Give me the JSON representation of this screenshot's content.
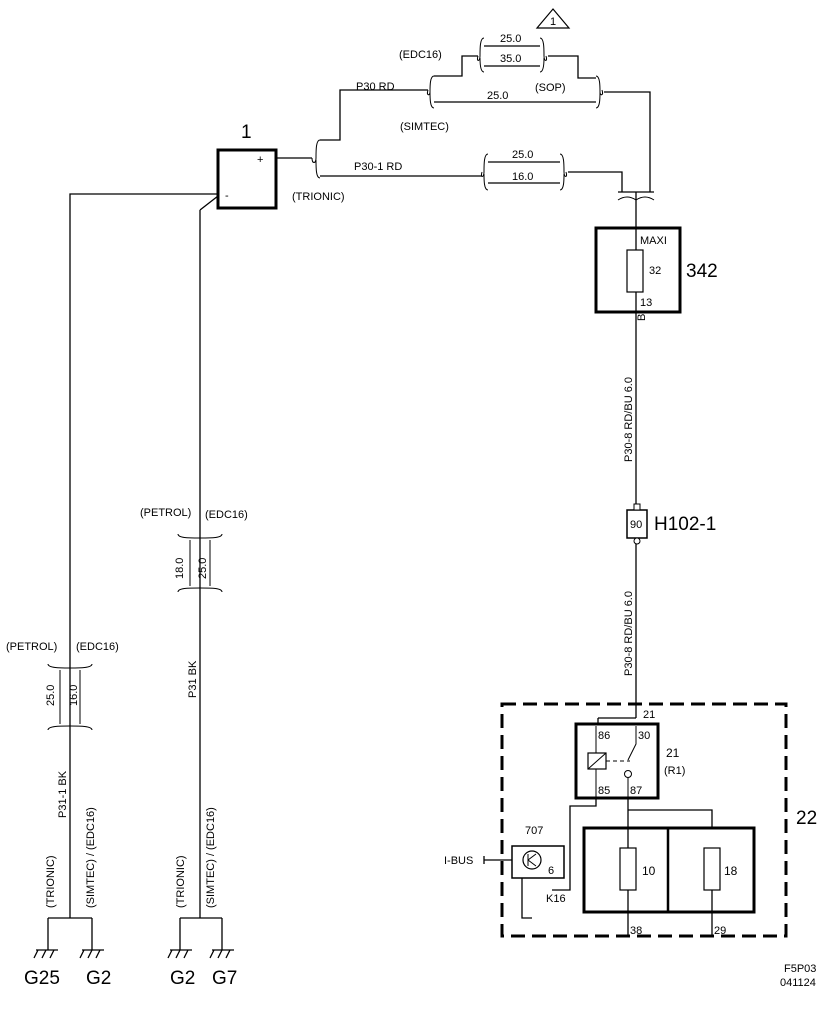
{
  "battery": {
    "ref": "1",
    "plus": "+",
    "minus": "-"
  },
  "wires": {
    "p30": "P30 RD",
    "p30_1": "P30-1 RD",
    "p30_8_top": "P30-8 RD/BU 6.0",
    "p30_8_bot": "P30-8 RD/BU 6.0",
    "p31": "P31 BK",
    "p31_1": "P31-1 BK"
  },
  "variants": {
    "edc16": "(EDC16)",
    "simtec": "(SIMTEC)",
    "sop": "(SOP)",
    "trionic": "(TRIONIC)",
    "petrol": "(PETROL)",
    "simtec_edc16": "(SIMTEC) / (EDC16)"
  },
  "sizes": {
    "edc_a": "25.0",
    "edc_b": "35.0",
    "simtec": "25.0",
    "trionic_a": "25.0",
    "trionic_b": "16.0",
    "p31_a": "18.0",
    "p31_b": "25.0",
    "p31_1_a": "25.0",
    "p31_1_b": "16.0"
  },
  "warning": {
    "number": "1"
  },
  "fuse342": {
    "ref": "342",
    "label": "MAXI",
    "number": "32",
    "pin": "13",
    "pin_letter": "B"
  },
  "connector": {
    "ref": "H102-1",
    "pin": "90"
  },
  "relay": {
    "ref": "21",
    "sub": "(R1)",
    "top_pin": "21",
    "p86": "86",
    "p30": "30",
    "p85": "85",
    "p87": "87"
  },
  "fusebox": {
    "ref": "22",
    "fuse_a": "10",
    "fuse_b": "18",
    "out_a": "38",
    "out_b": "29"
  },
  "module707": {
    "ref": "707",
    "pin": "6",
    "label": "K16",
    "bus": "I-BUS"
  },
  "grounds": {
    "g25": "G25",
    "g2_a": "G2",
    "g2_b": "G2",
    "g7": "G7"
  },
  "footer": {
    "code": "F5P03",
    "date": "041124"
  }
}
